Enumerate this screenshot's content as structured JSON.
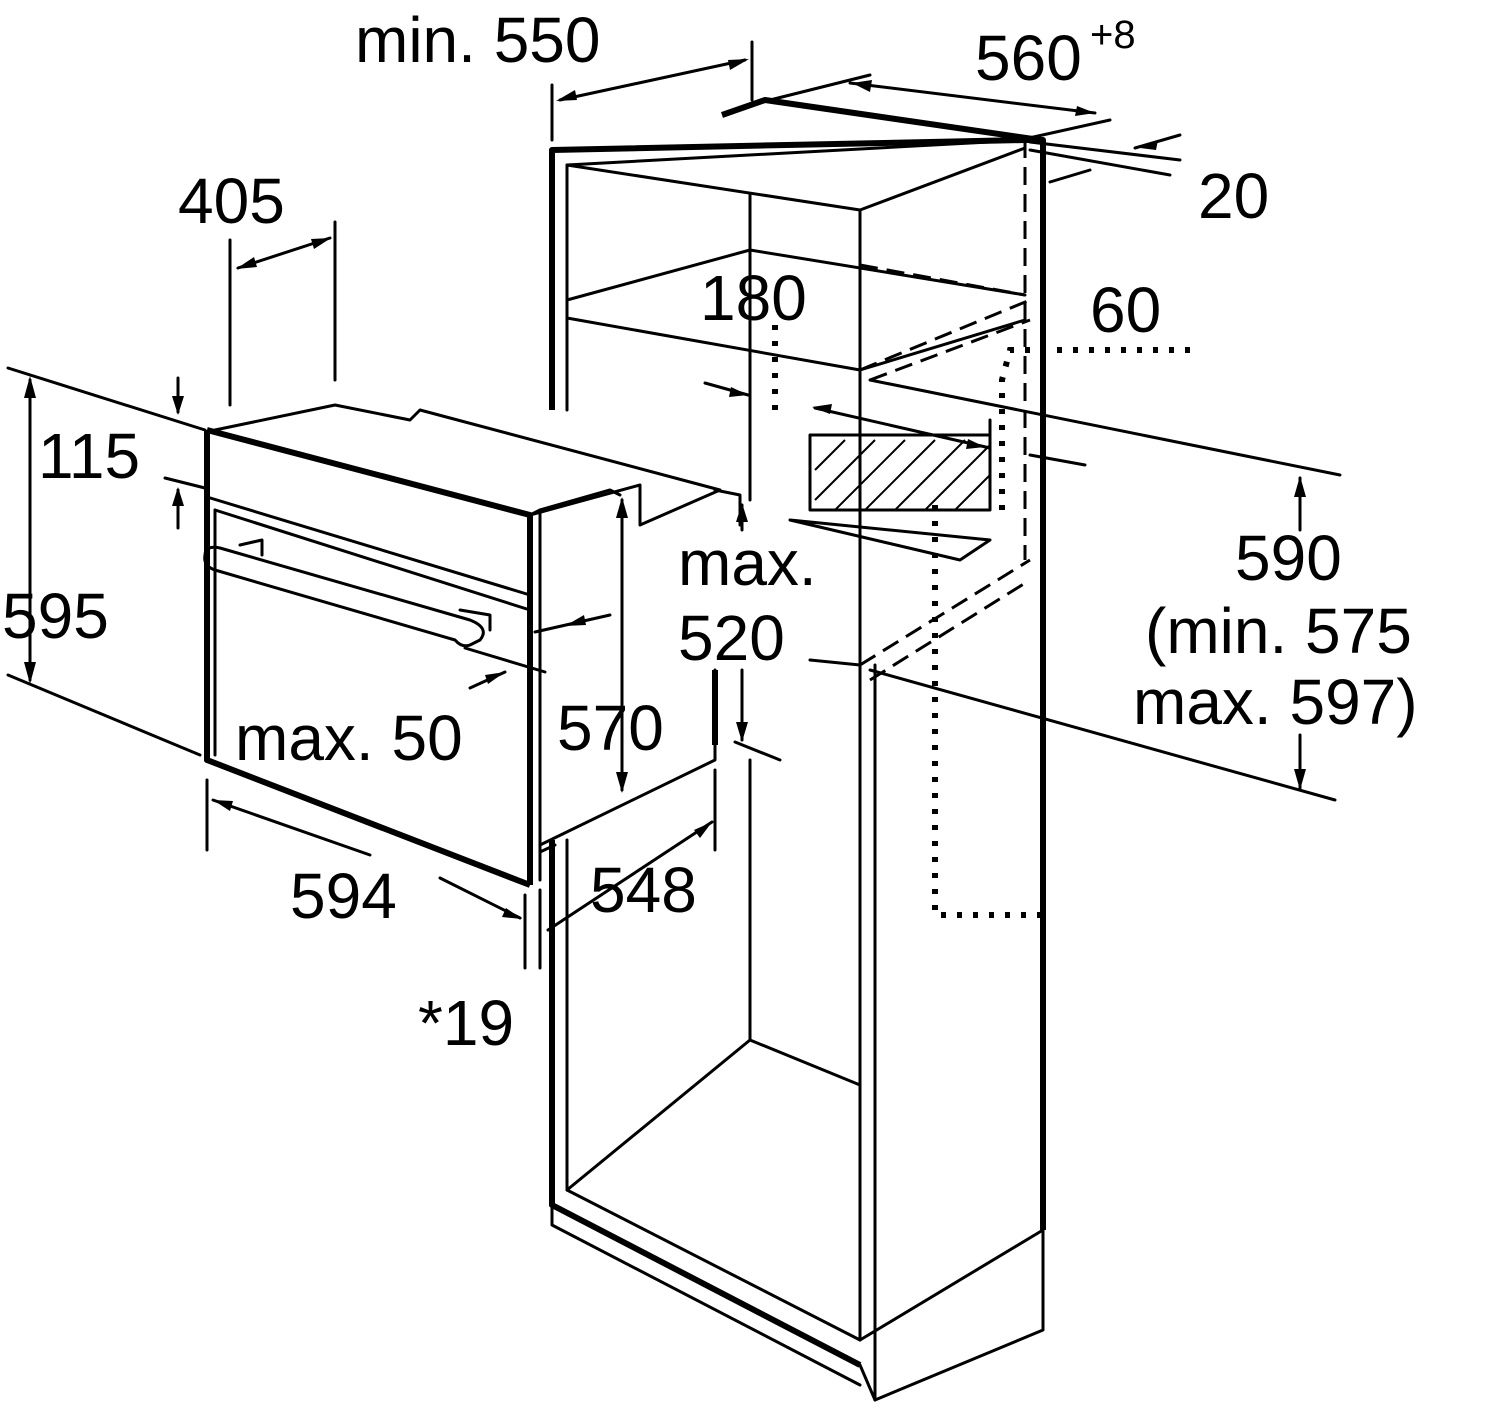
{
  "dimensions": {
    "cabinet_depth": "min. 550",
    "niche_width": "560",
    "niche_width_tolerance": "+8",
    "rear_gap": "20",
    "top_gap": "180",
    "vent_gap": "60",
    "door_top_height": "115",
    "oven_height": "595",
    "oven_depth": "405",
    "front_overhang": "max. 50",
    "body_height": "570",
    "oven_width": "594",
    "body_width": "548",
    "front_panel": "*19",
    "niche_height": "590",
    "niche_height_min": "(min. 575",
    "niche_height_max": "max. 597)",
    "max_depth_label": "max.",
    "max_depth_value": "520"
  },
  "colors": {
    "line": "#000000",
    "background": "#ffffff"
  }
}
